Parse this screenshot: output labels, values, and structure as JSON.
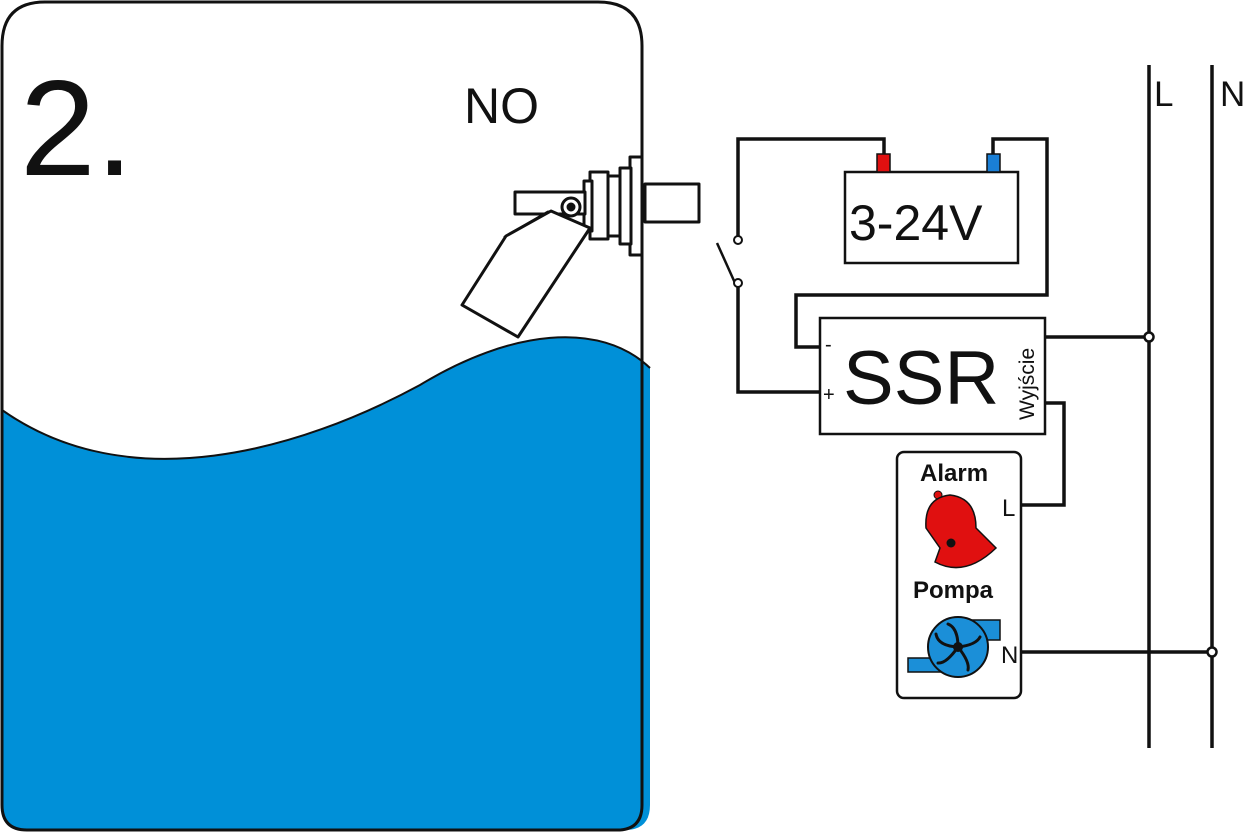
{
  "scenario_number": "2.",
  "contact_type": "NO",
  "power_supply": "3-24V",
  "relay": {
    "label": "SSR",
    "output_label": "Wyjście",
    "minus": "-",
    "plus": "+"
  },
  "mains": {
    "line": "L",
    "neutral": "N"
  },
  "load": {
    "alarm": "Alarm",
    "pump": "Pompa",
    "terminal_l": "L",
    "terminal_n": "N"
  },
  "colors": {
    "water": "#0090d8",
    "bell": "#e01010",
    "pump_body": "#1b8fd8",
    "positive_terminal": "#e01010",
    "negative_terminal": "#1a7fd6"
  },
  "icons": [
    "float-switch-icon",
    "switch-contact-icon",
    "bell-icon",
    "pump-icon"
  ]
}
